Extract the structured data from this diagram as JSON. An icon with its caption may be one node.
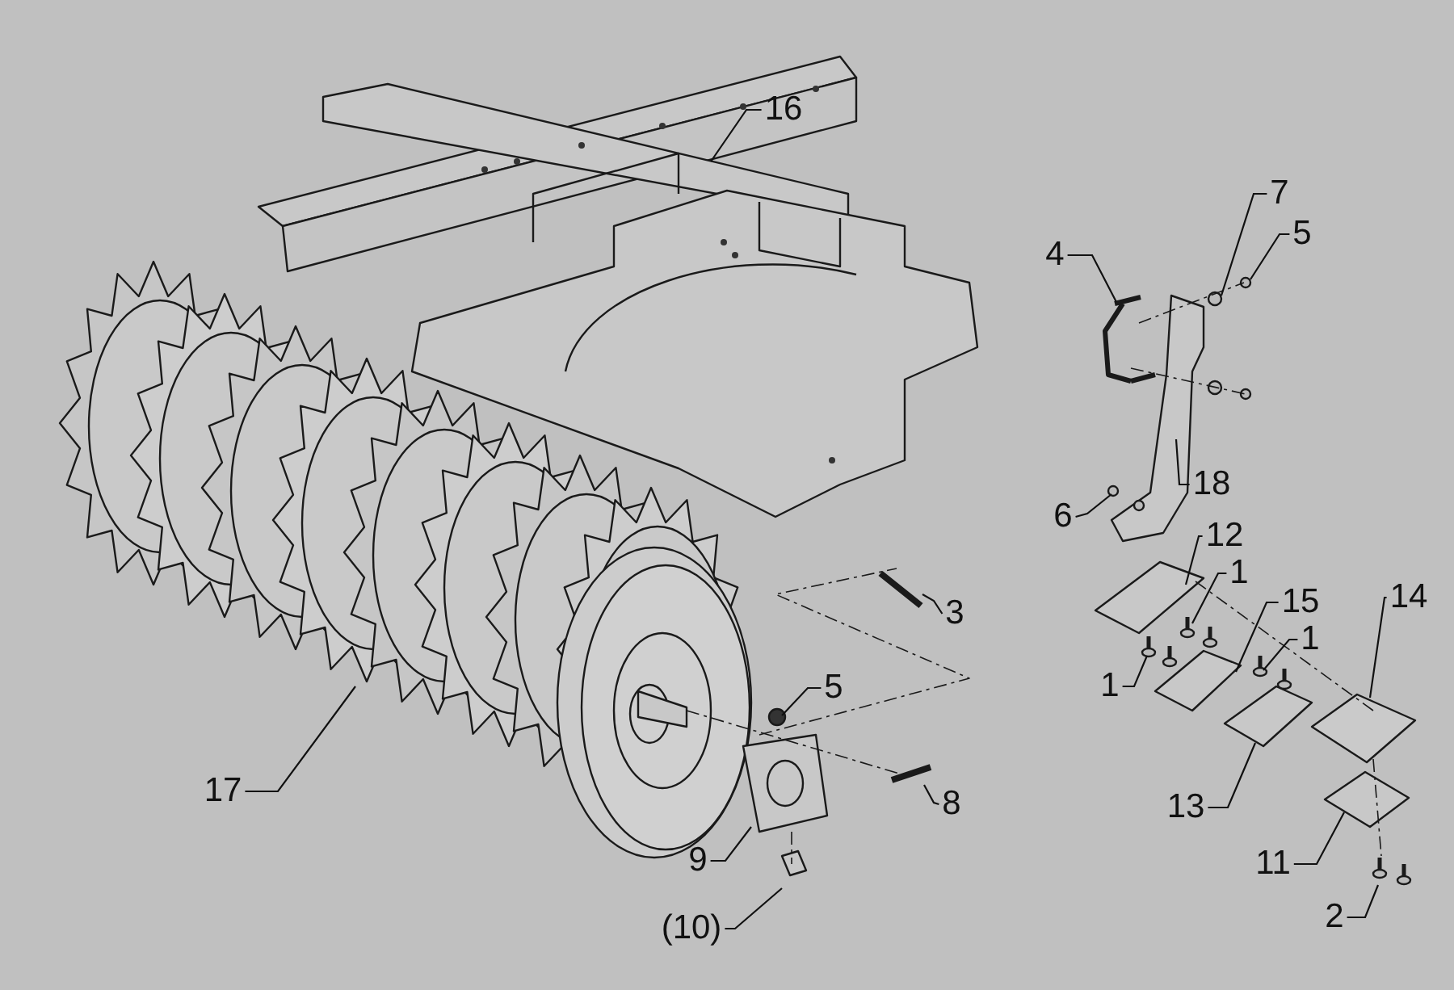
{
  "diagram": {
    "nodes": [
      {
        "text": [
          "16"
        ]
      },
      {
        "text": [
          "7"
        ]
      },
      {
        "text": [
          "5"
        ]
      },
      {
        "text": [
          "4"
        ]
      },
      {
        "text": [
          "18"
        ]
      },
      {
        "text": [
          "6"
        ]
      },
      {
        "text": [
          "12"
        ]
      },
      {
        "text": [
          "1"
        ]
      },
      {
        "text": [
          "15"
        ]
      },
      {
        "text": [
          "14"
        ]
      },
      {
        "text": [
          "3"
        ]
      },
      {
        "text": [
          "1"
        ]
      },
      {
        "text": [
          "1"
        ]
      },
      {
        "text": [
          "5"
        ]
      },
      {
        "text": [
          "17"
        ]
      },
      {
        "text": [
          "8"
        ]
      },
      {
        "text": [
          "13"
        ]
      },
      {
        "text": [
          "9"
        ]
      },
      {
        "text": [
          "11"
        ]
      },
      {
        "text": [
          "(10)"
        ]
      },
      {
        "text": [
          "2"
        ]
      }
    ],
    "edges": [
      {
        "from": 0,
        "to": null,
        "arrow": "none"
      },
      {
        "from": 1,
        "to": null,
        "arrow": "none"
      },
      {
        "from": 2,
        "to": null,
        "arrow": "none"
      },
      {
        "from": 3,
        "to": null,
        "arrow": "none"
      },
      {
        "from": 4,
        "to": null,
        "arrow": "none"
      },
      {
        "from": 5,
        "to": null,
        "arrow": "none"
      },
      {
        "from": 6,
        "to": null,
        "arrow": "none"
      },
      {
        "from": 7,
        "to": null,
        "arrow": "none"
      },
      {
        "from": 8,
        "to": null,
        "arrow": "none"
      },
      {
        "from": 9,
        "to": null,
        "arrow": "none"
      },
      {
        "from": 10,
        "to": null,
        "arrow": "none"
      },
      {
        "from": 11,
        "to": null,
        "arrow": "none"
      },
      {
        "from": 12,
        "to": null,
        "arrow": "none"
      },
      {
        "from": 13,
        "to": null,
        "arrow": "none"
      },
      {
        "from": 14,
        "to": null,
        "arrow": "none"
      },
      {
        "from": 15,
        "to": null,
        "arrow": "none"
      },
      {
        "from": 16,
        "to": null,
        "arrow": "none"
      },
      {
        "from": 17,
        "to": null,
        "arrow": "none"
      },
      {
        "from": 18,
        "to": null,
        "arrow": "none"
      },
      {
        "from": 19,
        "to": null,
        "arrow": "none"
      },
      {
        "from": 20,
        "to": null,
        "arrow": "none"
      }
    ]
  }
}
